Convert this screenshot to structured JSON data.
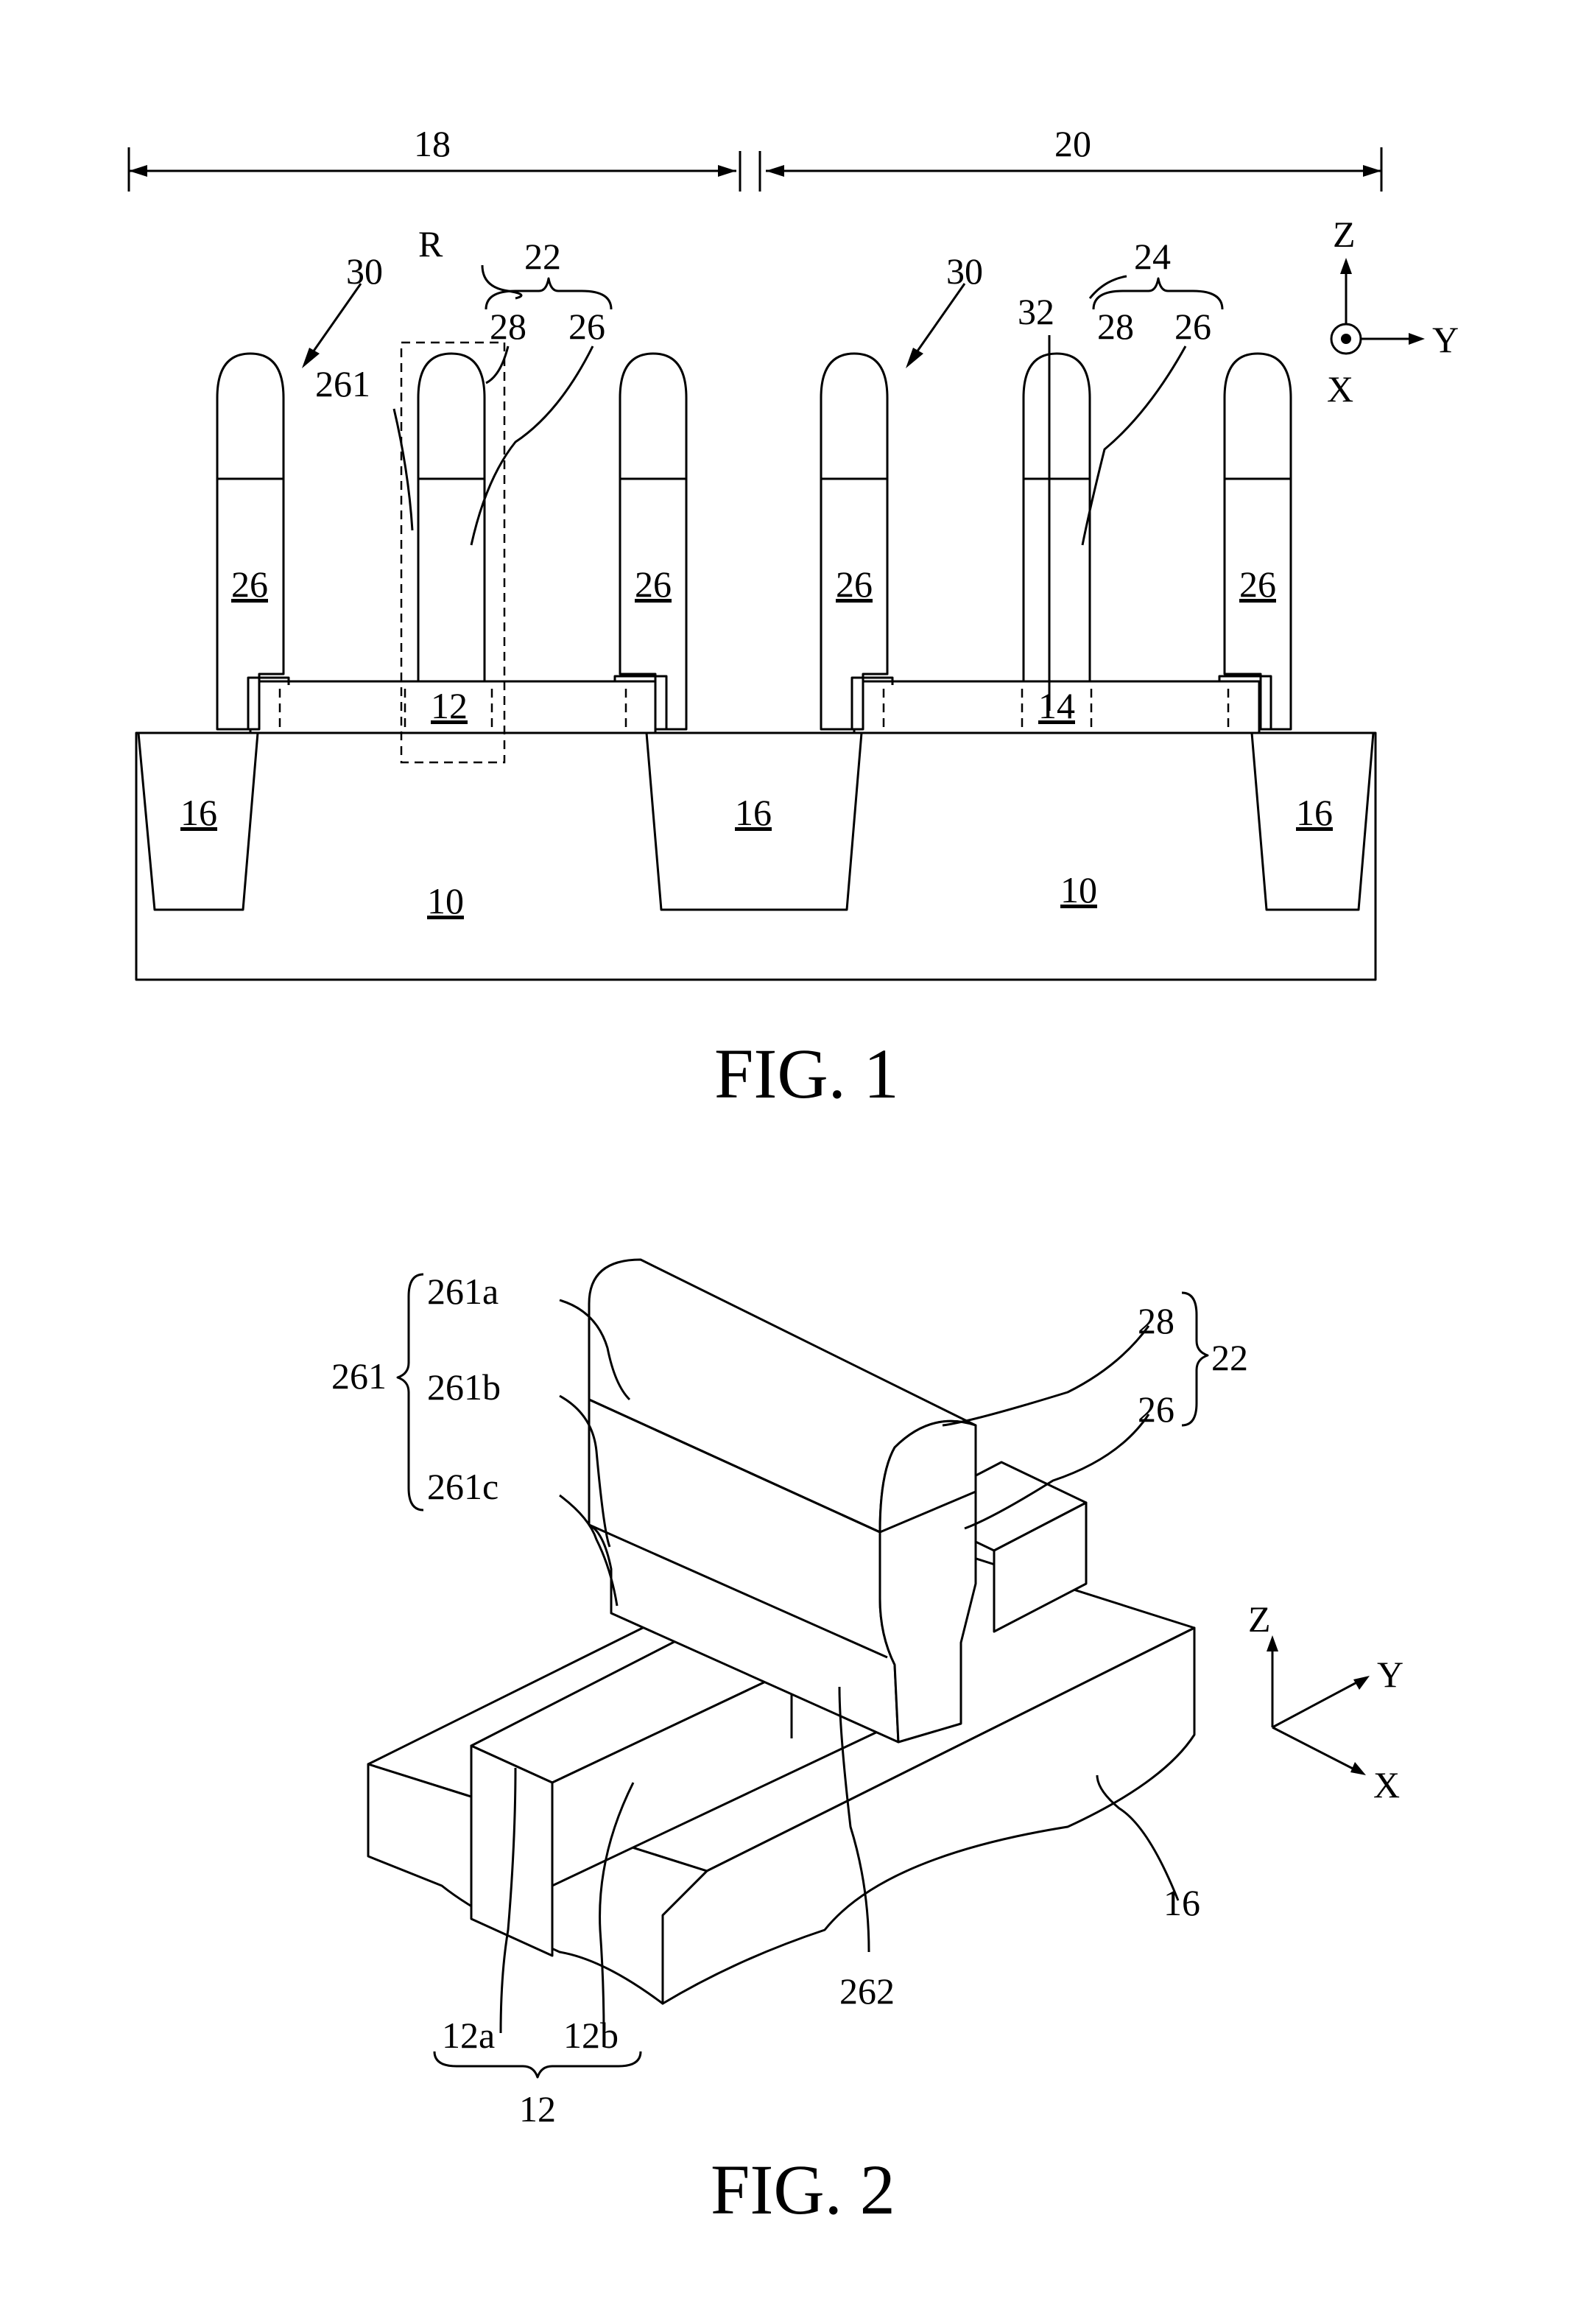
{
  "figure1": {
    "caption": "FIG. 1",
    "region_18": "18",
    "region_20": "20",
    "label_R": "R",
    "label_22": "22",
    "label_24": "24",
    "label_30": "30",
    "label_28": "28",
    "label_26": "26",
    "label_261": "261",
    "label_32": "32",
    "label_12": "12",
    "label_14": "14",
    "label_16": "16",
    "label_10": "10",
    "axis_z": "Z",
    "axis_y": "Y",
    "axis_x": "X"
  },
  "figure2": {
    "caption": "FIG. 2",
    "label_261": "261",
    "label_261a": "261a",
    "label_261b": "261b",
    "label_261c": "261c",
    "label_28": "28",
    "label_26": "26",
    "label_22": "22",
    "label_262": "262",
    "label_16": "16",
    "label_12a": "12a",
    "label_12b": "12b",
    "label_12": "12",
    "axis_z": "Z",
    "axis_y": "Y",
    "axis_x": "X"
  }
}
